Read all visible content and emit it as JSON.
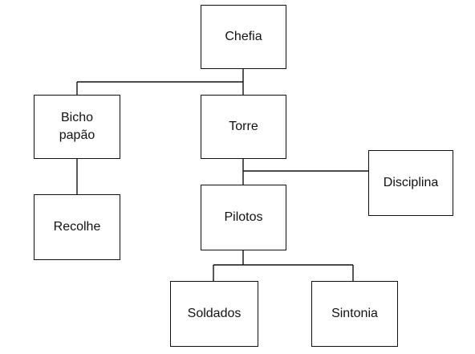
{
  "nodes": {
    "chefia": "Chefia",
    "bicho_papao": "Bicho\npapão",
    "torre": "Torre",
    "disciplina": "Disciplina",
    "recolhe": "Recolhe",
    "pilotos": "Pilotos",
    "soldados": "Soldados",
    "sintonia": "Sintonia"
  },
  "edges": [
    [
      "chefia",
      "bicho_papao"
    ],
    [
      "chefia",
      "torre"
    ],
    [
      "bicho_papao",
      "recolhe"
    ],
    [
      "torre",
      "disciplina"
    ],
    [
      "torre",
      "pilotos"
    ],
    [
      "pilotos",
      "soldados"
    ],
    [
      "pilotos",
      "sintonia"
    ]
  ]
}
